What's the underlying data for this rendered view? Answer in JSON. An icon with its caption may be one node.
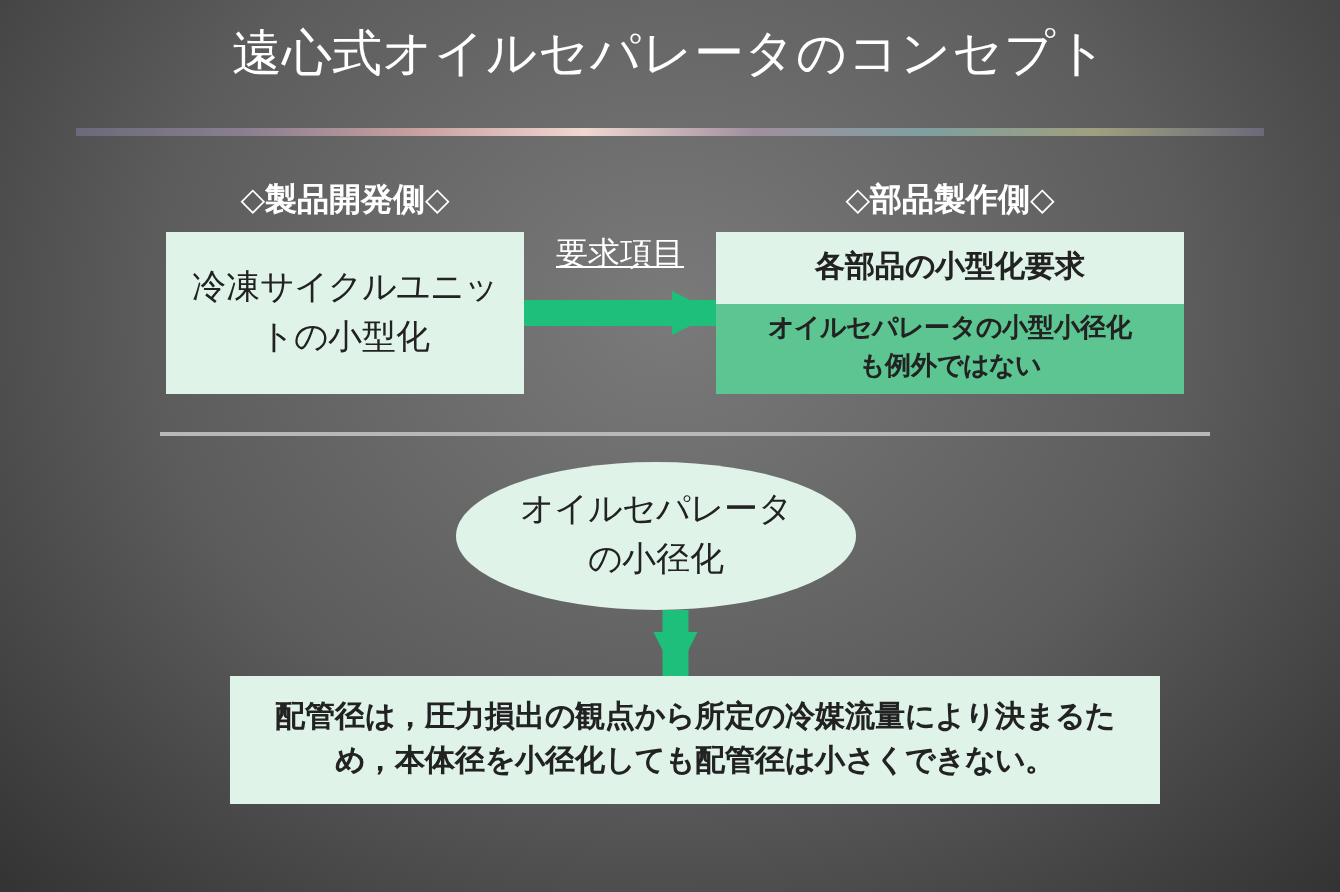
{
  "diagram": {
    "title": "遠心式オイルセパレータのコンセプト",
    "nodes": [
      {
        "text": [
          "◇製品開発側◇",
          "冷凍サイクルユニットの小型化"
        ]
      },
      {
        "text": [
          "◇部品製作側◇"
        ]
      },
      {
        "text": [
          "各部品の小型化要求"
        ],
        "in": 1
      },
      {
        "text": [
          "オイルセパレータの小型小径化も例外ではない"
        ],
        "in": 1
      },
      {
        "text": [
          "オイルセパレータの小径化"
        ]
      },
      {
        "text": [
          "配管径は，圧力損出の観点から所定の冷媒流量により決まるため，本体径を小径化しても配管径は小さくできない。"
        ]
      }
    ],
    "edges": [
      {
        "from": 0,
        "to": 1,
        "arrow": "to",
        "label": "要求項目"
      },
      {
        "from": 4,
        "to": 5,
        "arrow": "to"
      }
    ]
  }
}
